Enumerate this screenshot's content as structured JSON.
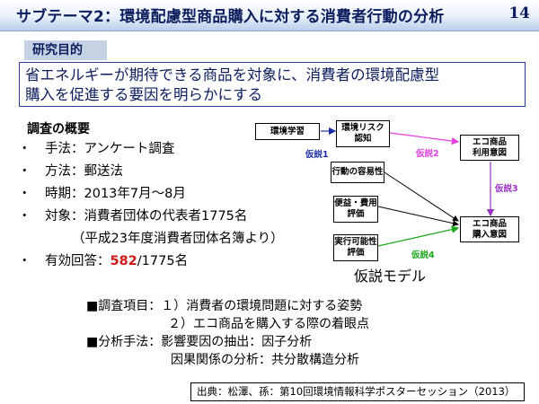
{
  "header": {
    "title": "サブテーマ2：環境配慮型商品購入に対する消費者行動の分析",
    "page_number": "14"
  },
  "section_tag": "研究目的",
  "objective": {
    "line1": "省エネルギーが期待できる商品を対象に、消費者の環境配慮型",
    "line2": "購入を促進する要因を明らかにする"
  },
  "overview": {
    "heading": "調査の概要",
    "bullet": "・",
    "items": [
      {
        "text": "手法：アンケート調査"
      },
      {
        "text": "方法：郵送法"
      },
      {
        "text": "時期：2013年7月～8月"
      },
      {
        "text": "対象：消費者団体の代表者1775名"
      },
      {
        "text": "（平成23年度消費者団体名簿より）"
      },
      {
        "prefix": "有効回答：",
        "highlight": "582",
        "suffix": "/1775名"
      }
    ]
  },
  "model": {
    "boxes": {
      "env_learning": "環境学習",
      "env_risk_1": "環境リスク",
      "env_risk_2": "認知",
      "ease": "行動の容易性",
      "benefit_1": "便益・費用",
      "benefit_2": "評価",
      "feasibility_1": "実行可能性",
      "feasibility_2": "評価",
      "eco_use_1": "エコ商品",
      "eco_use_2": "利用意図",
      "eco_buy_1": "エコ商品",
      "eco_buy_2": "購入意図"
    },
    "hypotheses": {
      "h1": "仮説1",
      "h2": "仮説2",
      "h3": "仮説3",
      "h4": "仮説4"
    },
    "colors": {
      "h1": "#1a2fa6",
      "h2": "#e040e0",
      "h3": "#9b2fc5",
      "h4": "#18a81a"
    },
    "caption": "仮説モデル"
  },
  "items": {
    "row1": "■調査項目：１）消費者の環境問題に対する姿勢",
    "row2": "２）エコ商品を購入する際の着眼点",
    "row3": "■分析手法：影響要因の抽出：因子分析",
    "row4": "因果関係の分析：共分散構造分析"
  },
  "source": "出典：松澤、孫：第10回環境情報科学ポスターセッション（2013）"
}
